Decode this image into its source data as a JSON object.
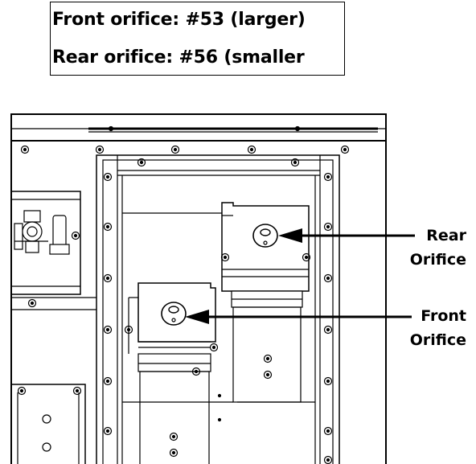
{
  "note": {
    "front_orifice": "Front orifice: #53  (larger)",
    "rear_orifice": "Rear orifice: #56 (smaller"
  },
  "callouts": {
    "rear": {
      "line1": "Rear",
      "line2": "Orifice"
    },
    "front": {
      "line1": "Front",
      "line2": "Orifice"
    }
  },
  "colors": {
    "line": "#000000",
    "background": "#ffffff"
  }
}
